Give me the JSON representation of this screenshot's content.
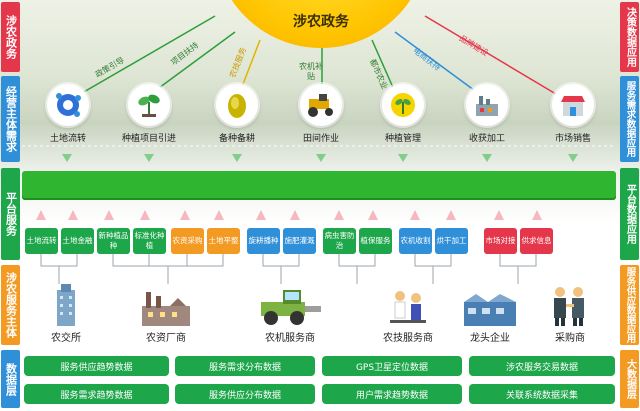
{
  "top_title": "涉农政务",
  "left_labels": [
    {
      "text": "涉农政务",
      "color": "#e5374b"
    },
    {
      "text": "经营主体需求",
      "color": "#2f8fd8"
    },
    {
      "text": "平台服务",
      "color": "#1ea64b"
    },
    {
      "text": "涉农服务主体",
      "color": "#f39a23"
    },
    {
      "text": "数据层",
      "color": "#2f8fd8"
    }
  ],
  "right_labels": [
    {
      "text": "决策数据应用",
      "color": "#e5374b"
    },
    {
      "text": "服务需求数据应用",
      "color": "#2f8fd8"
    },
    {
      "text": "平台数据应用",
      "color": "#1ea64b"
    },
    {
      "text": "服务供应数据应用",
      "color": "#f39a23"
    },
    {
      "text": "大数据层",
      "color": "#f39a23"
    }
  ],
  "policy_links": [
    {
      "text": "政策引导",
      "color": "#2e7d32"
    },
    {
      "text": "项目扶持",
      "color": "#2e7d32"
    },
    {
      "text": "农技服务",
      "color": "#e2b400"
    },
    {
      "text": "农机补贴",
      "color": "#2e7d32"
    },
    {
      "text": "都市农业",
      "color": "#2e7d32"
    },
    {
      "text": "电商扶持",
      "color": "#2f8fd8"
    },
    {
      "text": "品牌建设",
      "color": "#e5374b"
    }
  ],
  "needs": [
    {
      "label": "土地流转",
      "icon": "network-icon"
    },
    {
      "label": "种植项目引进",
      "icon": "seedling-icon"
    },
    {
      "label": "备种备耕",
      "icon": "seed-icon"
    },
    {
      "label": "田间作业",
      "icon": "tractor-icon"
    },
    {
      "label": "种植管理",
      "icon": "plant-management-icon"
    },
    {
      "label": "收获加工",
      "icon": "factory-icon"
    },
    {
      "label": "市场销售",
      "icon": "store-icon"
    }
  ],
  "services": [
    {
      "text": "土地流转",
      "color": "#1ea64b"
    },
    {
      "text": "土地金融",
      "color": "#1ea64b"
    },
    {
      "text": "新种植品种",
      "color": "#1ea64b"
    },
    {
      "text": "标准化种植",
      "color": "#1ea64b"
    },
    {
      "text": "农资采购",
      "color": "#f39a23"
    },
    {
      "text": "土地平整",
      "color": "#f39a23"
    },
    {
      "text": "旋耕播种",
      "color": "#2f8fd8"
    },
    {
      "text": "施肥灌溉",
      "color": "#2f8fd8"
    },
    {
      "text": "病虫害防治",
      "color": "#1ea64b"
    },
    {
      "text": "植保服务",
      "color": "#1ea64b"
    },
    {
      "text": "农机收割",
      "color": "#2f8fd8"
    },
    {
      "text": "烘干加工",
      "color": "#2f8fd8"
    },
    {
      "text": "市场对接",
      "color": "#e5374b"
    },
    {
      "text": "供求信息",
      "color": "#e5374b"
    }
  ],
  "actors": [
    {
      "label": "农交所",
      "icon": "exchange-building-icon"
    },
    {
      "label": "农资厂商",
      "icon": "factory-plant-icon"
    },
    {
      "label": "农机服务商",
      "icon": "harvester-icon"
    },
    {
      "label": "农技服务商",
      "icon": "technicians-icon"
    },
    {
      "label": "龙头企业",
      "icon": "enterprise-icon"
    },
    {
      "label": "采购商",
      "icon": "buyers-icon"
    }
  ],
  "data_layer": [
    [
      "服务供应趋势数据",
      "服务需求分布数据",
      "GPS卫星定位数据",
      "涉农服务交易数据"
    ],
    [
      "服务需求趋势数据",
      "服务供应分布数据",
      "用户需求趋势数据",
      "关联系统数据采集"
    ]
  ]
}
